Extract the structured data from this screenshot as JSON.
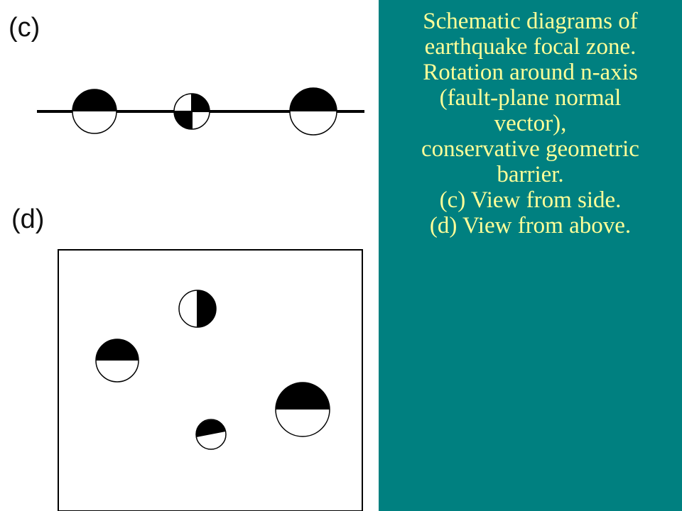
{
  "colors": {
    "panel_background": "#008080",
    "caption_text": "#ffff99",
    "ink": "#000000",
    "paper": "#ffffff"
  },
  "figure": {
    "label_c": "(c)",
    "label_d": "(d)"
  },
  "caption": {
    "lines": [
      "Schematic diagrams of",
      "earthquake focal zone.",
      "Rotation around n-axis",
      "(fault-plane normal",
      "vector),",
      "conservative geometric",
      "barrier.",
      "(c) View from side.",
      "(d) View from above."
    ]
  }
}
